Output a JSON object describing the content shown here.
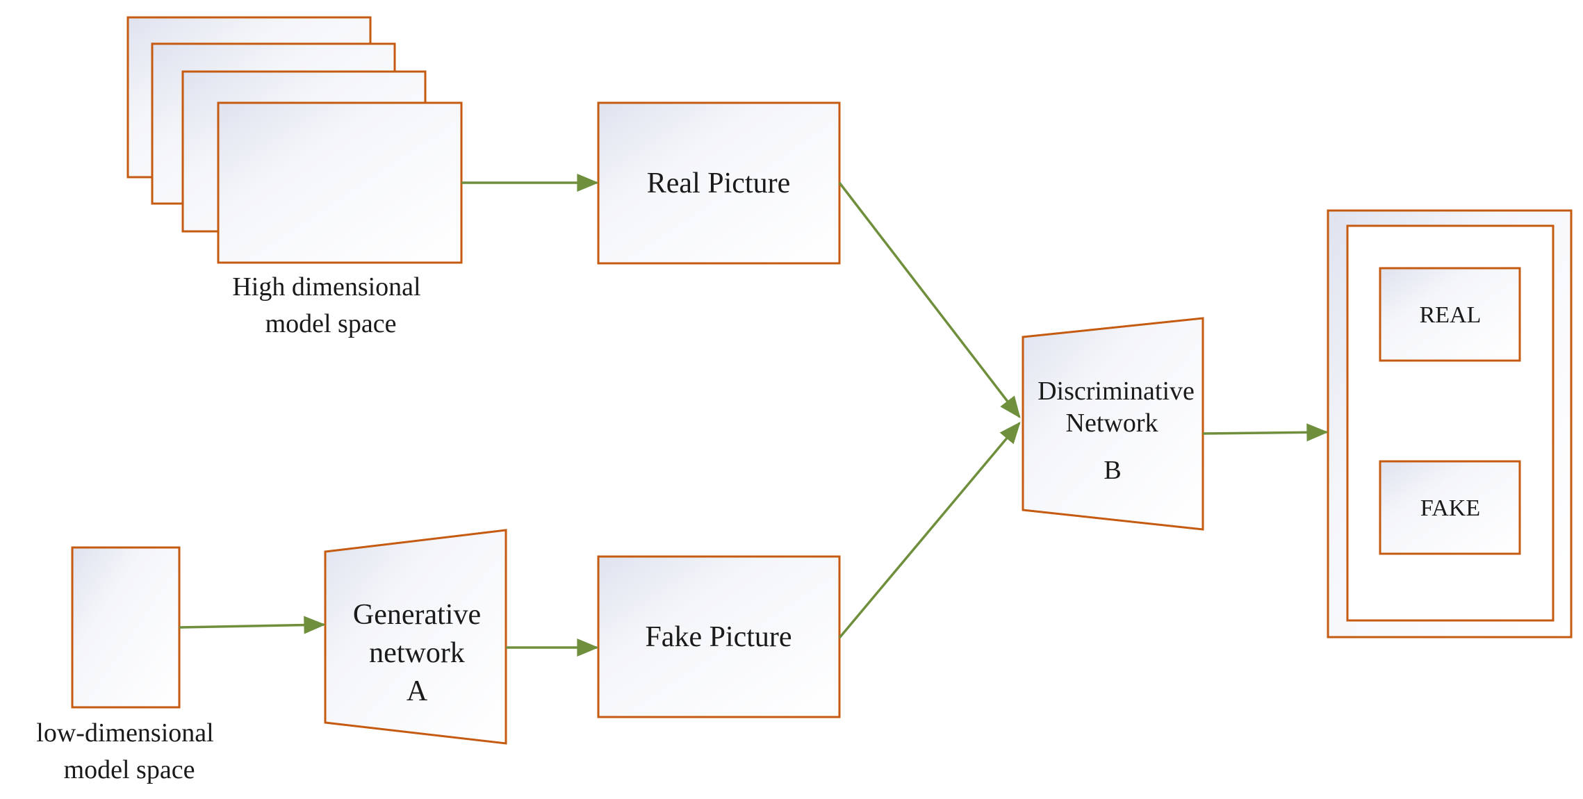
{
  "colors": {
    "border": "#c55a11",
    "arrow": "#6f8f3c",
    "fill_light": "#ffffff",
    "fill_tint": "#dfe3ef",
    "text": "#1a1a1a"
  },
  "high_dim_space": {
    "label_line1": "High dimensional",
    "label_line2": "model space"
  },
  "low_dim_space": {
    "label_line1": "low-dimensional",
    "label_line2": "model space"
  },
  "real_picture": {
    "label": "Real Picture"
  },
  "fake_picture": {
    "label": "Fake Picture"
  },
  "generative_network": {
    "label_line1": "Generative",
    "label_line2": "network",
    "label_line3": "A"
  },
  "discriminative_network": {
    "label_line1": "Discriminative",
    "label_line2": "Network",
    "label_line3": "B"
  },
  "output": {
    "real_label": "REAL",
    "fake_label": "FAKE"
  }
}
